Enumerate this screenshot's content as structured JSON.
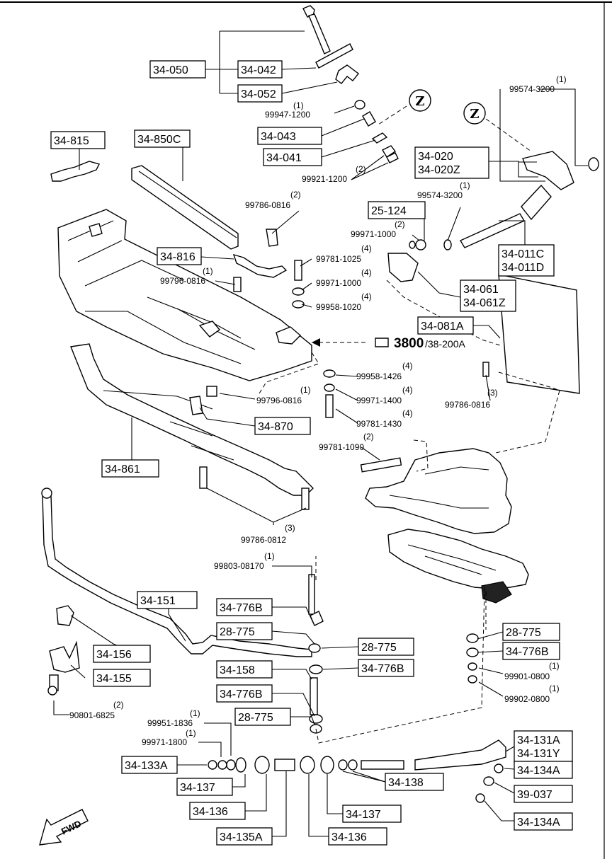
{
  "part_boxes": {
    "b34050": "34-050",
    "b34042": "34-042",
    "b34052": "34-052",
    "b34043": "34-043",
    "b34041": "34-041",
    "b34815": "34-815",
    "b34850c": "34-850C",
    "b34816": "34-816",
    "b25124": "25-124",
    "b34020": "34-020",
    "b34020z": "34-020Z",
    "b34011c": "34-011C",
    "b34011d": "34-011D",
    "b34061": "34-061",
    "b34061z": "34-061Z",
    "b34081a": "34-081A",
    "b34870": "34-870",
    "b34861": "34-861",
    "b34151": "34-151",
    "b34776b_1": "34-776B",
    "b28775_1": "28-775",
    "b28775_2": "28-775",
    "b34776b_2": "34-776B",
    "b34158": "34-158",
    "b34776b_3": "34-776B",
    "b28775_3": "28-775",
    "b34156": "34-156",
    "b34155": "34-155",
    "b28775_r": "28-775",
    "b34776b_r": "34-776B",
    "b34133a": "34-133A",
    "b34137_1": "34-137",
    "b34136_1": "34-136",
    "b34135a": "34-135A",
    "b34136_2": "34-136",
    "b34137_2": "34-137",
    "b34138": "34-138",
    "b34131a": "34-131A",
    "b34131y": "34-131Y",
    "b34134a_1": "34-134A",
    "b39037": "39-037",
    "b34134a_2": "34-134A"
  },
  "quantities": {
    "q99574_a": "(1)",
    "q99947": "(1)",
    "q99921": "(2)",
    "q99786_a": "(2)",
    "q99574_b": "(1)",
    "q99971_a": "(2)",
    "q99781_a": "(4)",
    "q99971_b": "(4)",
    "q99958_a": "(4)",
    "q99796_a": "(1)",
    "q99958_b": "(4)",
    "q99971_c": "(4)",
    "q99781_b": "(4)",
    "q99796_b": "(1)",
    "q99781_c": "(2)",
    "q99786_b": "(3)",
    "q99786_c": "(3)",
    "q99803": "(1)",
    "q99901": "(1)",
    "q99902": "(1)",
    "q90801": "(2)",
    "q99951": "(1)",
    "q99971_d": "(1)"
  },
  "hardware": {
    "h99574_a": "99574-3200",
    "h99947": "99947-1200",
    "h99921": "99921-1200",
    "h99786_a": "99786-0816",
    "h99574_b": "99574-3200",
    "h99971_a": "99971-1000",
    "h99781_a": "99781-1025",
    "h99971_b": "99971-1000",
    "h99958_a": "99958-1020",
    "h99796_a": "99796-0816",
    "h99958_b": "99958-1426",
    "h99971_c": "99971-1400",
    "h99781_b": "99781-1430",
    "h99796_b": "99796-0816",
    "h99781_c": "99781-1090",
    "h99786_b": "99786-0816",
    "h99786_c": "99786-0812",
    "h99803": "99803-08170",
    "h99901": "99901-0800",
    "h99902": "99902-0800",
    "h90801": "90801-6825",
    "h99951": "99951-1836",
    "h99971_d": "99971-1800"
  },
  "refs": {
    "z1": "Z",
    "z2": "Z",
    "ref_main": "3800",
    "ref_sub": "/38-200A",
    "fwd": "FWD"
  }
}
